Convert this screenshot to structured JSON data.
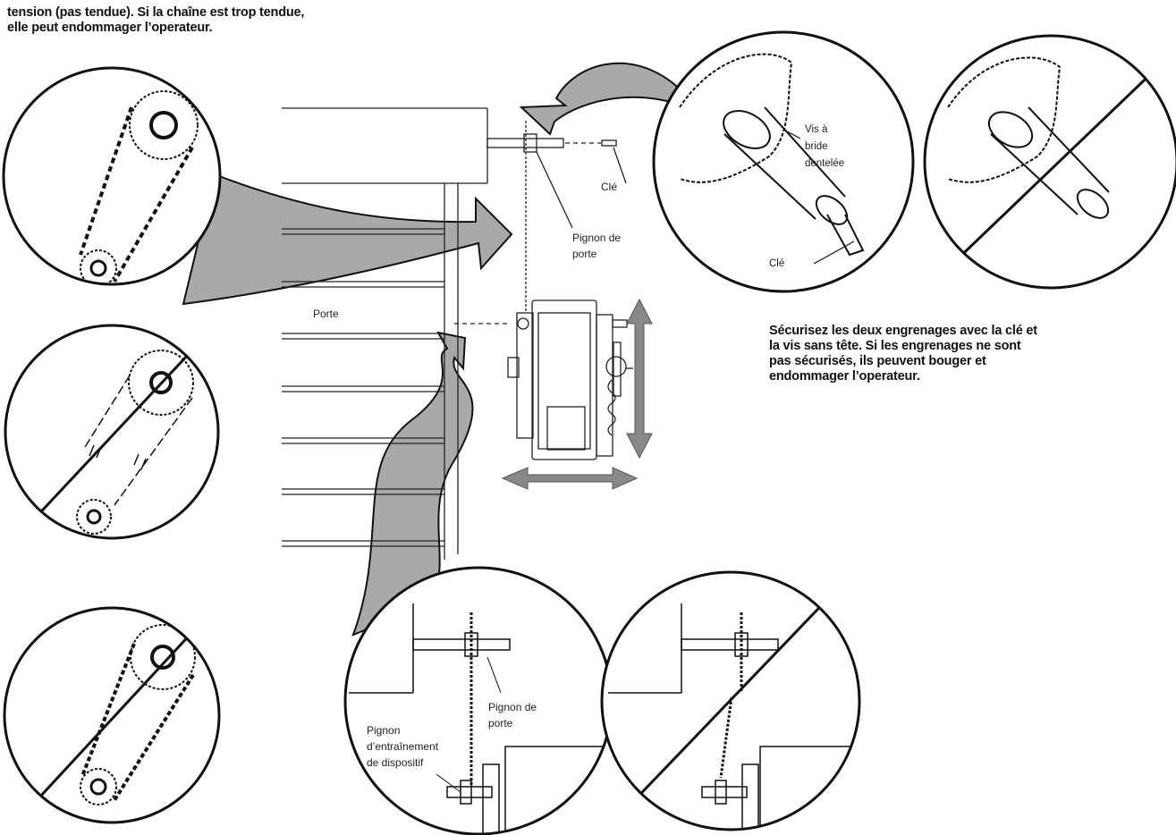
{
  "top_note": {
    "lines": [
      "tension (pas tendue). Si la chaîne est trop tendue,",
      "elle peut endommager l’operateur."
    ]
  },
  "right_note": {
    "lines": [
      "Sécurisez les deux engrenages avec la clé et",
      "la vis sans tête. Si les engrenages ne sont",
      "pas sécurisés, ils peuvent bouger et",
      "endommager l’operateur."
    ]
  },
  "labels": {
    "porte": "Porte",
    "cle_main": "Clé",
    "pignon_de_porte_main": [
      "Pignon de",
      "porte"
    ],
    "vis_a_bride": [
      "Vis à",
      "bride",
      "dentelée"
    ],
    "cle_detail": "Clé",
    "pignon_de_porte_detail": [
      "Pignon de",
      "porte"
    ],
    "pignon_entrainement": [
      "Pignon",
      "d’entraînement",
      "de dispositif"
    ]
  }
}
